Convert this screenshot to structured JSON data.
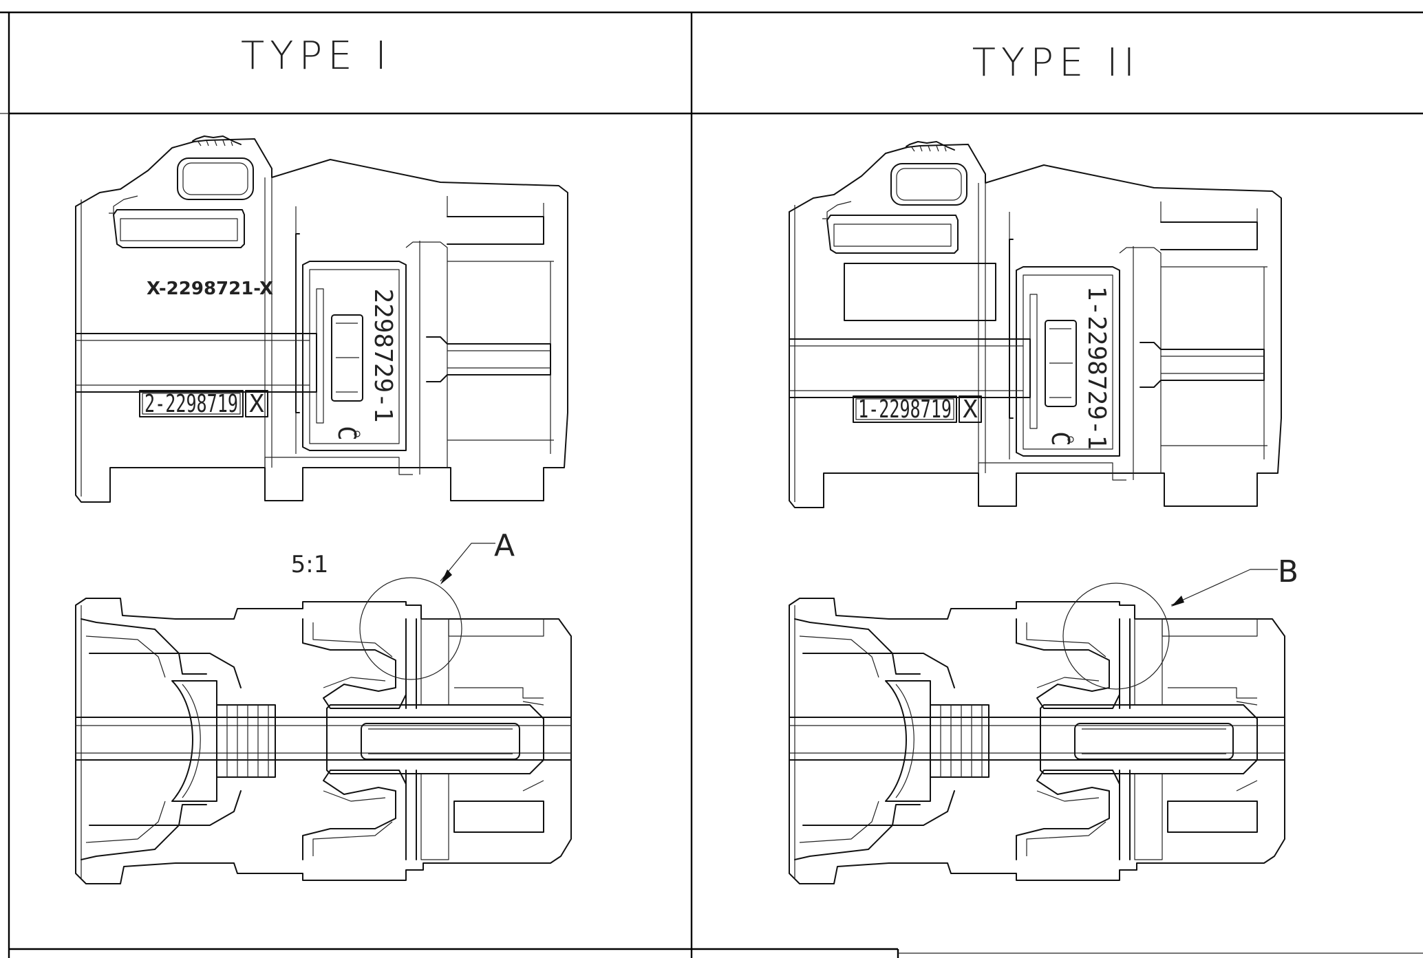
{
  "headers": {
    "left": "TYPE I",
    "right": "TYPE II"
  },
  "type1": {
    "part_number_top": "X-2298721-X",
    "part_number_vertical": "2298729-1",
    "part_number_box": "2-2298719",
    "box_suffix": "X",
    "mark": "C",
    "scale": "5:1",
    "callout": "A"
  },
  "type2": {
    "part_number_vertical": "1-2298729-1",
    "part_number_box": "1-2298719",
    "box_suffix": "X",
    "mark": "C",
    "callout": "B"
  }
}
